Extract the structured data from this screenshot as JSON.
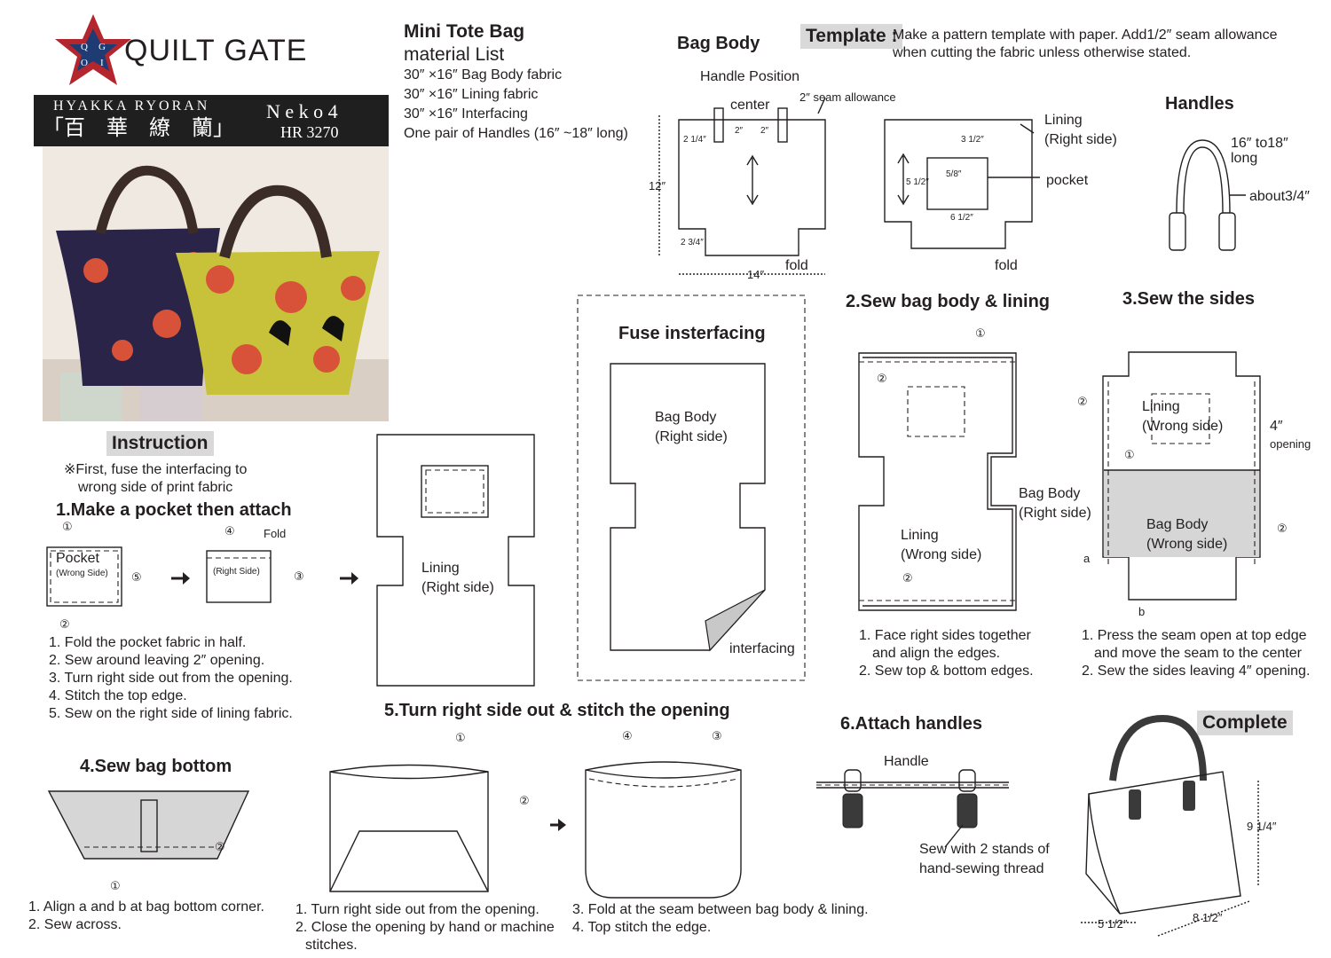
{
  "brand": {
    "name": "QUILT GATE",
    "letters": [
      "Q",
      "G",
      "I",
      "O"
    ]
  },
  "fabric_line": {
    "series": "HYAKKA RYORAN",
    "kanji": "「百　華　繚　蘭」",
    "pattern_name": "N e k o 4",
    "code": "HR 3270"
  },
  "materials": {
    "title": "Mini Tote Bag",
    "subtitle": "material List",
    "items": [
      "30″ ×16″ Bag Body fabric",
      "30″ ×16″ Lining fabric",
      "30″ ×16″ Interfacing",
      "One pair of Handles (16″ ~18″ long)"
    ]
  },
  "template": {
    "label": "Template :",
    "text_line1": "Make a pattern template with paper. Add1/2″ seam allowance",
    "text_line2": "when cutting the fabric unless otherwise stated."
  },
  "bag_body_diagram": {
    "title": "Bag Body",
    "handle_position": "Handle Position",
    "center": "center",
    "seam_allowance": "2″ seam allowance",
    "dim_2_left": "2″",
    "dim_2_right": "2″",
    "dim_2_1_4": "2 1/4″",
    "dim_12": "12″",
    "dim_2_3_4": "2 3/4″",
    "dim_14": "14″",
    "fold": "fold"
  },
  "lining_diagram": {
    "label_line1": "Lining",
    "label_line2": "(Right side)",
    "pocket": "pocket",
    "dim_3_1_2": "3 1/2″",
    "dim_5_8": "5/8″",
    "dim_5_1_2": "5 1/2″",
    "dim_6_1_2": "6 1/2″",
    "fold": "fold"
  },
  "handles": {
    "title": "Handles",
    "length_line1": "16″ to18″",
    "length_line2": "long",
    "width": "about3/4″"
  },
  "instruction": {
    "title": "Instruction",
    "note_line1": "※First, fuse the interfacing to",
    "note_line2": "wrong side of print fabric"
  },
  "step1": {
    "title": "1.Make a pocket then attach",
    "pocket_line1": "Pocket",
    "pocket_line2": "(Wrong Side)",
    "right_side": "(Right Side)",
    "fold": "Fold",
    "markers": [
      "①",
      "②",
      "③",
      "④",
      "⑤"
    ],
    "lining_line1": "Lining",
    "lining_line2": "(Right side)",
    "steps": [
      "1. Fold the pocket fabric in half.",
      "2. Sew around leaving 2″ opening.",
      "3. Turn right side out from the opening.",
      "4. Stitch the top edge.",
      "5. Sew on the right side of lining fabric."
    ]
  },
  "fuse": {
    "title": "Fuse insterfacing",
    "body_line1": "Bag Body",
    "body_line2": "(Right side)",
    "interfacing": "interfacing"
  },
  "step2": {
    "title": "2.Sew bag body & lining",
    "bag_body_line1": "Bag Body",
    "bag_body_line2": "(Right side)",
    "lining_line1": "Lining",
    "lining_line2": "(Wrong side)",
    "markers": [
      "①",
      "②",
      "②"
    ],
    "steps": [
      "1. Face right sides together",
      "and align the edges.",
      "2. Sew top & bottom edges."
    ]
  },
  "step3": {
    "title": "3.Sew the sides",
    "lining_line1": "Lining",
    "lining_line2": "(Wrong side)",
    "body_line1": "Bag Body",
    "body_line2": "(Wrong side)",
    "opening_dim": "4″",
    "opening": "opening",
    "a": "a",
    "b": "b",
    "markers": [
      "②",
      "①",
      "②"
    ],
    "steps": [
      "1. Press the seam open at top edge",
      "and move the seam to the center",
      "2. Sew the sides leaving 4″ opening."
    ]
  },
  "step4": {
    "title": "4.Sew bag bottom",
    "markers": [
      "②",
      "①"
    ],
    "steps": [
      "1. Align a and b at bag bottom corner.",
      "2. Sew across."
    ]
  },
  "step5": {
    "title": "5.Turn right side out & stitch the opening",
    "markers": [
      "①",
      "②",
      "④",
      "③"
    ],
    "steps_a": [
      "1. Turn right side out from the opening.",
      "2. Close the opening by hand or machine",
      "stitches."
    ],
    "steps_b": [
      "3. Fold at the seam between bag body & lining.",
      "4. Top stitch the edge."
    ]
  },
  "step6": {
    "title": "6.Attach handles",
    "handle": "Handle",
    "note_line1": "Sew with 2 stands of",
    "note_line2": "hand-sewing thread"
  },
  "complete": {
    "title": "Complete",
    "height": "9 1/4″",
    "depth": "5 1/2″",
    "width": "8 1/2″"
  },
  "colors": {
    "tag_bg": "#d9d9d9",
    "band_bg": "#1f1f1f",
    "logo_red": "#b3262d",
    "logo_navy": "#1f3b73",
    "bag_navy": "#2a2448",
    "bag_yellow": "#c8c23a",
    "rose": "#d8523a"
  }
}
